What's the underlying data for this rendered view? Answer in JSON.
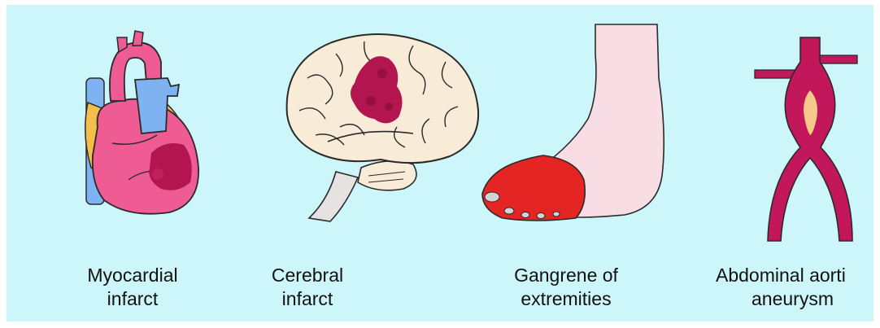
{
  "captions": {
    "heart": {
      "line1": "Myocardial",
      "line2": "infarct"
    },
    "brain": {
      "line1": "Cerebral",
      "line2": "infarct"
    },
    "foot": {
      "line1": "Gangrene of",
      "line2": "extremities"
    },
    "aorta": {
      "line1": "Abdominal aorti",
      "line2": "aneurysm"
    }
  },
  "colors": {
    "background": "#cdf6fa",
    "heart_pink": "#ef5c93",
    "heart_blue": "#7fb2f0",
    "heart_fat": "#f3be4a",
    "infarct": "#b3164f",
    "brain": "#f8ecd8",
    "skin": "#f9dde4",
    "gangrene": "#e52424",
    "aorta": "#c2185b"
  }
}
